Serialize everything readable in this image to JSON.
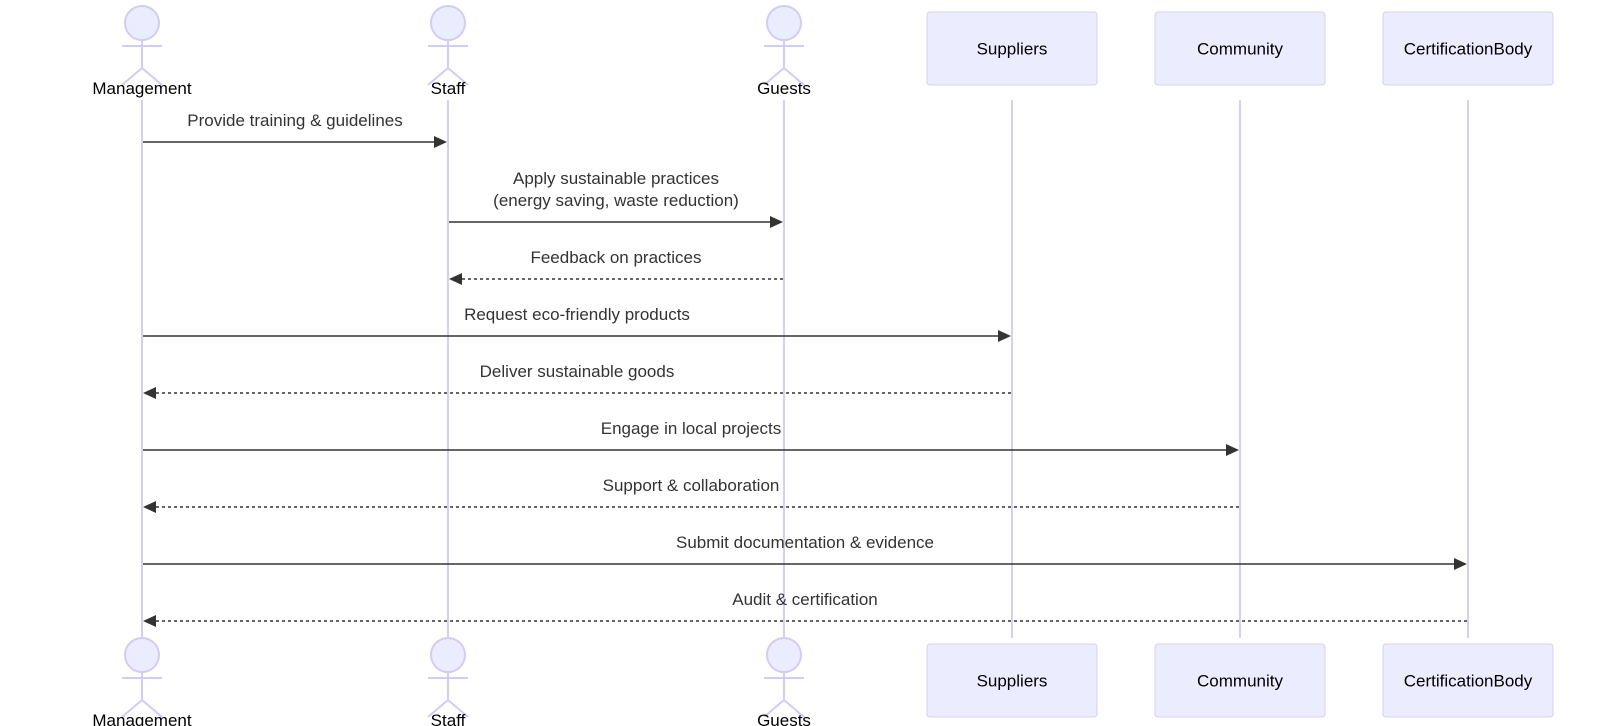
{
  "diagram": {
    "type": "sequence",
    "participants": [
      {
        "id": "Management",
        "label": "Management",
        "kind": "actor"
      },
      {
        "id": "Staff",
        "label": "Staff",
        "kind": "actor"
      },
      {
        "id": "Guests",
        "label": "Guests",
        "kind": "actor"
      },
      {
        "id": "Suppliers",
        "label": "Suppliers",
        "kind": "box"
      },
      {
        "id": "Community",
        "label": "Community",
        "kind": "box"
      },
      {
        "id": "CertificationBody",
        "label": "CertificationBody",
        "kind": "box"
      }
    ],
    "messages": [
      {
        "from": "Management",
        "to": "Staff",
        "lines": [
          "Provide training & guidelines"
        ],
        "style": "solid"
      },
      {
        "from": "Staff",
        "to": "Guests",
        "lines": [
          "Apply sustainable practices",
          "(energy saving, waste reduction)"
        ],
        "style": "solid"
      },
      {
        "from": "Guests",
        "to": "Staff",
        "lines": [
          "Feedback on practices"
        ],
        "style": "dashed"
      },
      {
        "from": "Management",
        "to": "Suppliers",
        "lines": [
          "Request eco-friendly products"
        ],
        "style": "solid"
      },
      {
        "from": "Suppliers",
        "to": "Management",
        "lines": [
          "Deliver sustainable goods"
        ],
        "style": "dashed"
      },
      {
        "from": "Management",
        "to": "Community",
        "lines": [
          "Engage in local projects"
        ],
        "style": "solid"
      },
      {
        "from": "Community",
        "to": "Management",
        "lines": [
          "Support & collaboration"
        ],
        "style": "dashed"
      },
      {
        "from": "Management",
        "to": "CertificationBody",
        "lines": [
          "Submit documentation & evidence"
        ],
        "style": "solid"
      },
      {
        "from": "CertificationBody",
        "to": "Management",
        "lines": [
          "Audit & certification"
        ],
        "style": "dashed"
      }
    ]
  }
}
